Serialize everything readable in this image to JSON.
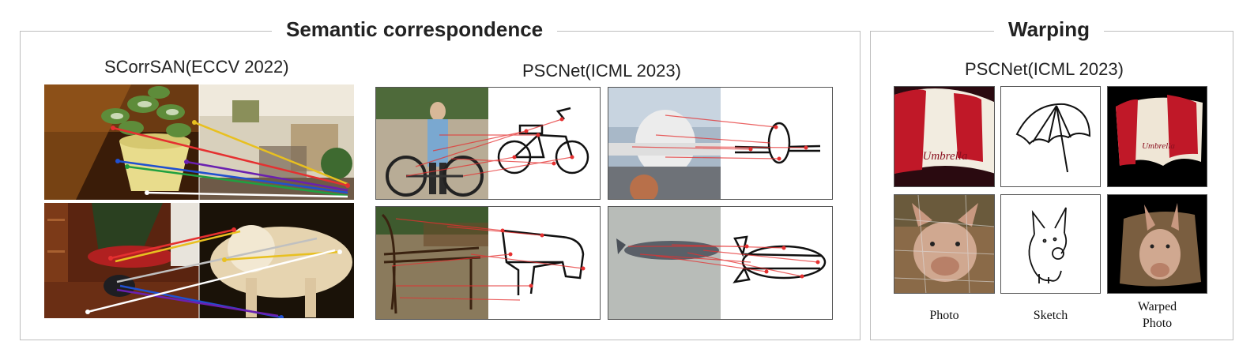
{
  "semantic_panel": {
    "title": "Semantic correspondence"
  },
  "warping_panel": {
    "title": "Warping"
  },
  "methods": {
    "scorrsan": "SCorrSAN(ECCV 2022)",
    "pscnet_corr": "PSCNet(ICML 2023)",
    "pscnet_warp": "PSCNet(ICML 2023)"
  },
  "umbrella_text": "Umbrella",
  "captions": {
    "photo": "Photo",
    "sketch": "Sketch",
    "warped_line1": "Warped",
    "warped_line2": "Photo"
  },
  "colors": {
    "match_red": "#e53030",
    "kp_yellow": "#e8c020",
    "kp_blue": "#2050d0",
    "kp_purple": "#6a20b0",
    "kp_white": "#ffffff"
  }
}
